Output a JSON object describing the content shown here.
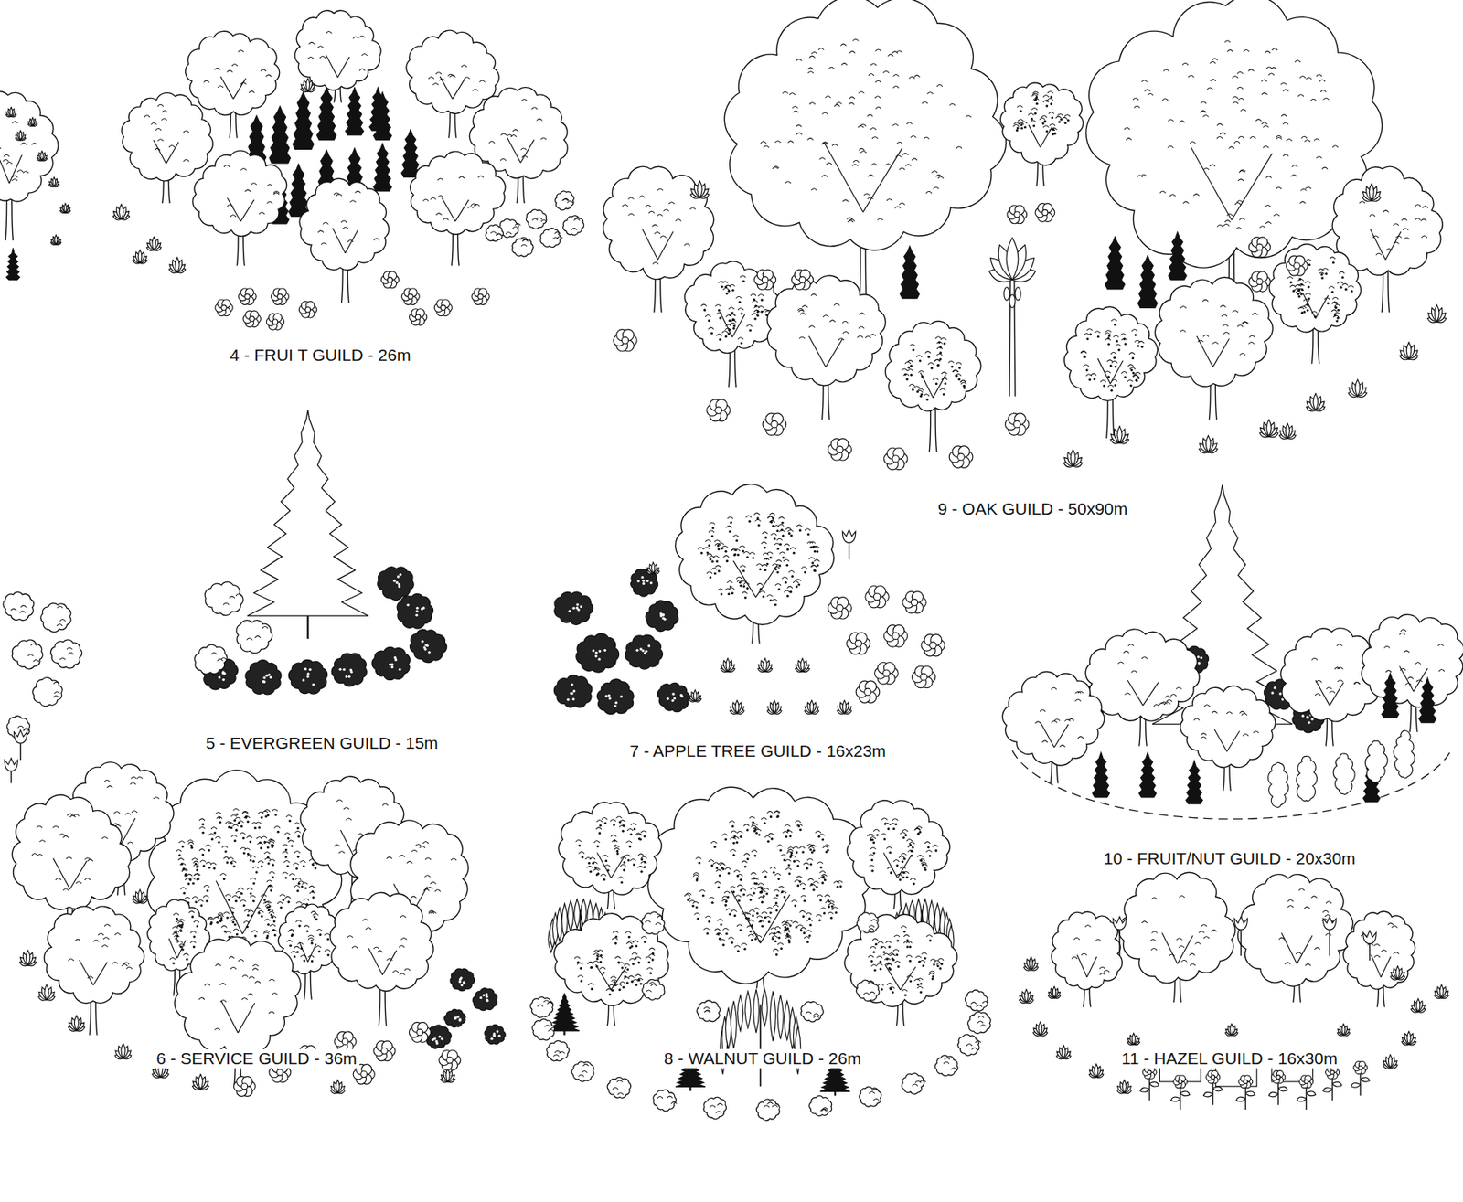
{
  "diagram": {
    "labels": [
      "4 - FRUI T GUILD - 26m",
      "9 - OAK GUILD - 50x90m",
      "5 - EVERGREEN GUILD - 15m",
      "7 - APPLE TREE GUILD - 16x23m",
      "10 - FRUIT/NUT GUILD - 20x30m",
      "6 - SERVICE GUILD - 36m",
      "8 - WALNUT GUILD - 26m",
      "11 - HAZEL GUILD - 16x30m"
    ]
  }
}
